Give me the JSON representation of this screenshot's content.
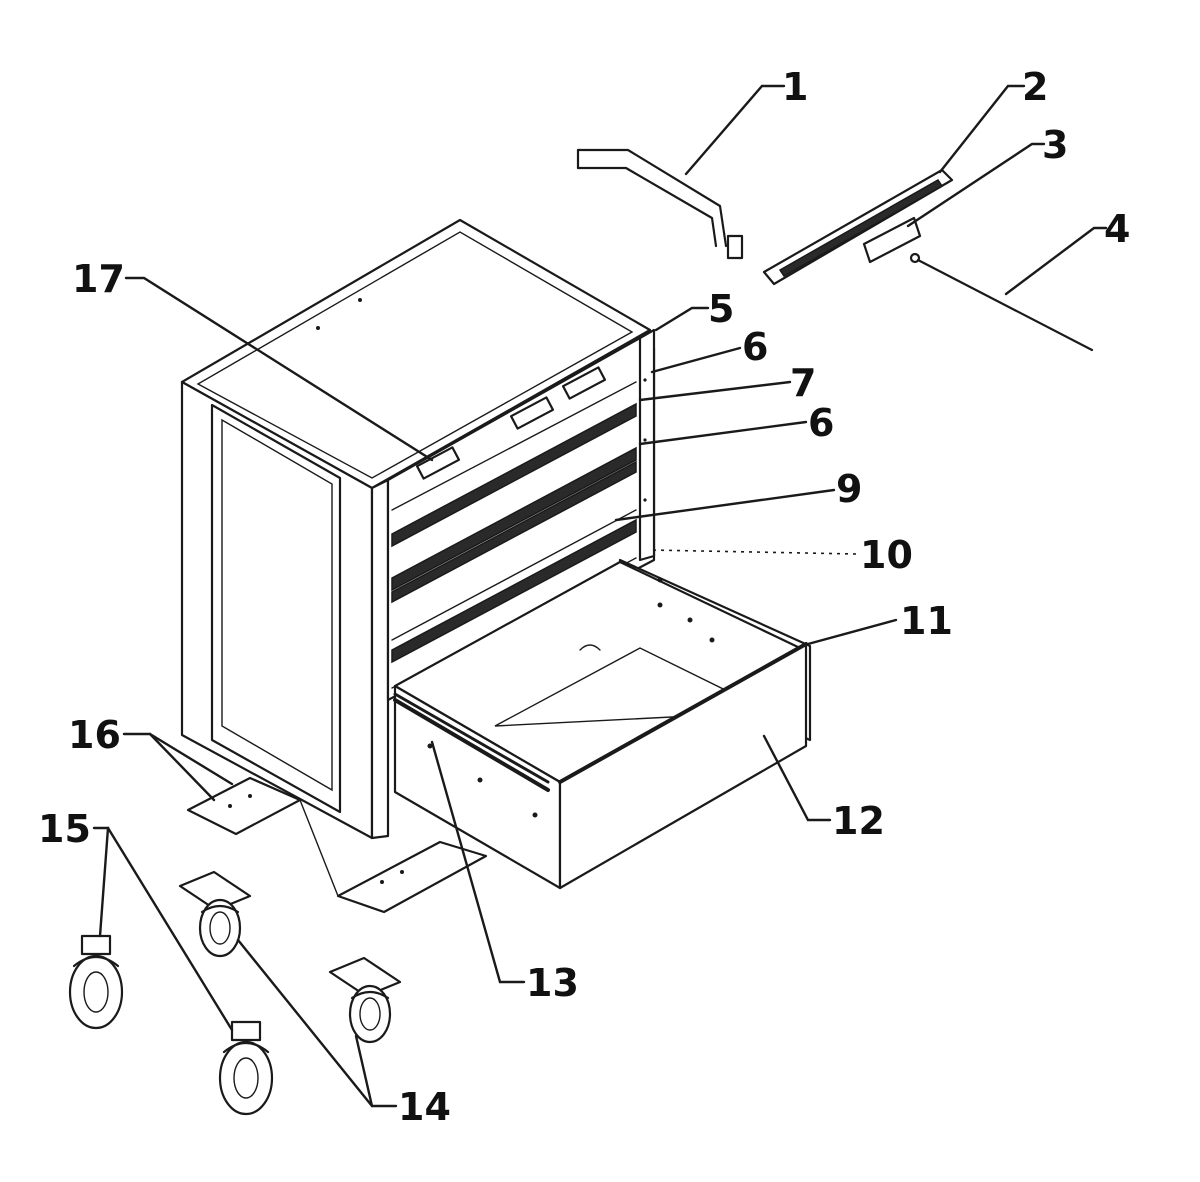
{
  "callouts": [
    {
      "id": "1",
      "label": "1"
    },
    {
      "id": "2",
      "label": "2"
    },
    {
      "id": "3",
      "label": "3"
    },
    {
      "id": "4",
      "label": "4"
    },
    {
      "id": "5",
      "label": "5"
    },
    {
      "id": "6a",
      "label": "6"
    },
    {
      "id": "7",
      "label": "7"
    },
    {
      "id": "6b",
      "label": "6"
    },
    {
      "id": "9",
      "label": "9"
    },
    {
      "id": "10",
      "label": "10"
    },
    {
      "id": "11",
      "label": "11"
    },
    {
      "id": "12",
      "label": "12"
    },
    {
      "id": "13",
      "label": "13"
    },
    {
      "id": "14",
      "label": "14"
    },
    {
      "id": "15",
      "label": "15"
    },
    {
      "id": "16",
      "label": "16"
    },
    {
      "id": "17",
      "label": "17"
    }
  ],
  "colors": {
    "ink": "#1a1a1a",
    "background": "#ffffff"
  }
}
